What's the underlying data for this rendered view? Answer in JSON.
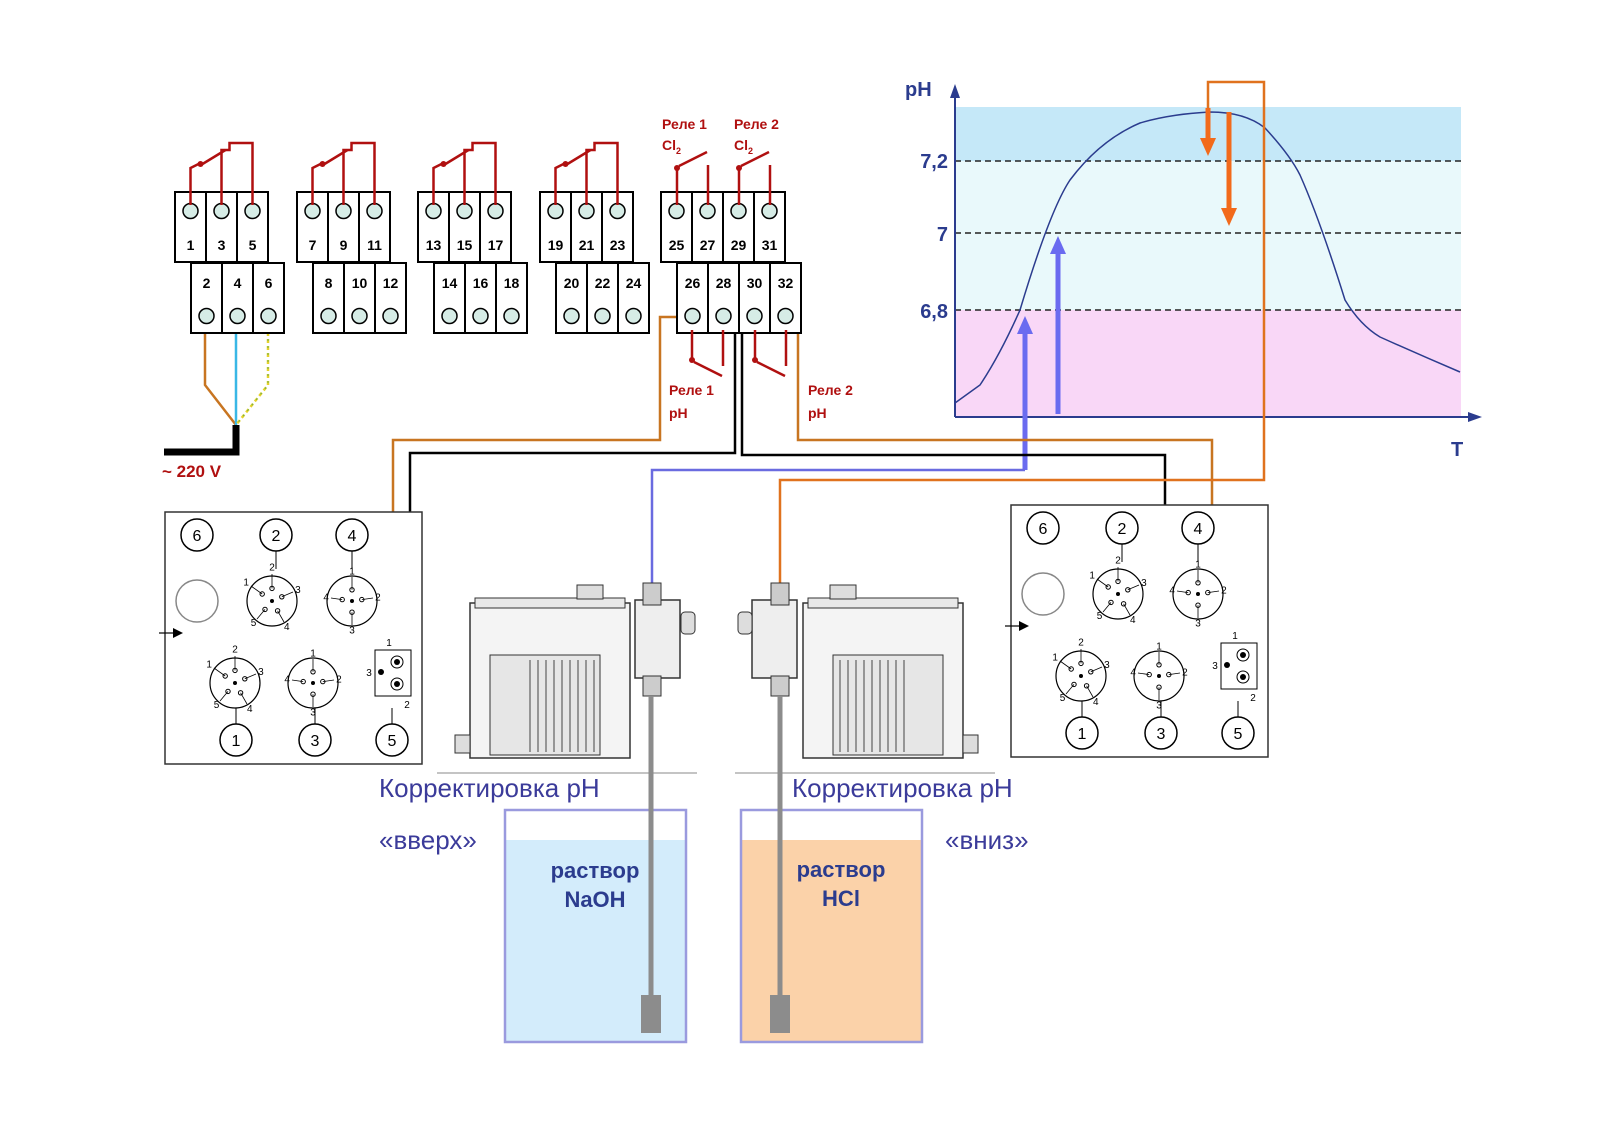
{
  "terminals": {
    "top_numbers": [
      "1",
      "3",
      "5",
      "7",
      "9",
      "11",
      "13",
      "15",
      "17",
      "19",
      "21",
      "23",
      "25",
      "27",
      "29",
      "31"
    ],
    "bottom_numbers": [
      "2",
      "4",
      "6",
      "8",
      "10",
      "12",
      "14",
      "16",
      "18",
      "20",
      "22",
      "24",
      "26",
      "28",
      "30",
      "32"
    ]
  },
  "relays": {
    "relay1_cl2_line1": "Реле 1",
    "relay1_cl2_line2": "Cl",
    "relay2_cl2_line1": "Реле 2",
    "relay2_cl2_line2": "Cl",
    "cl2_subscript": "2",
    "relay1_ph_line1": "Реле 1",
    "relay1_ph_line2": "pH",
    "relay2_ph_line1": "Реле 2",
    "relay2_ph_line2": "pH"
  },
  "power": {
    "label": "~ 220 V"
  },
  "panels": {
    "port_numbers": [
      "6",
      "2",
      "4",
      "1",
      "3",
      "5"
    ],
    "pin_labels": [
      "1",
      "2",
      "3",
      "4",
      "5"
    ]
  },
  "captions": {
    "left_title": "Корректировка pH",
    "right_title": "Корректировка pH",
    "left_direction": "«вверх»",
    "right_direction": "«вниз»"
  },
  "tanks": {
    "left_line1": "раствор",
    "left_line2": "NaOH",
    "right_line1": "раствор",
    "right_line2": "HCl"
  },
  "chart": {
    "y_axis_label": "pH",
    "x_axis_label": "T",
    "tick_labels": [
      "7,2",
      "7",
      "6,8"
    ],
    "zones": [
      {
        "name": "high",
        "color": "#c5e8f8"
      },
      {
        "name": "normal",
        "color": "#e9f9fb"
      },
      {
        "name": "low",
        "color": "#f9d7f7"
      }
    ]
  },
  "colors": {
    "wire_orange": "#c87521",
    "wire_black": "#000000",
    "wire_blue": "#6a6be0",
    "wire_cyan": "#39b7e6",
    "wire_yellow": "#e6d12a",
    "relay_red": "#b01010",
    "arrow_blue": "#6a6bf0",
    "arrow_orange": "#f26a1b",
    "curve": "#2b3c8e",
    "naoh_fill": "#d3ecfb",
    "hcl_fill": "#fbd2a9"
  }
}
